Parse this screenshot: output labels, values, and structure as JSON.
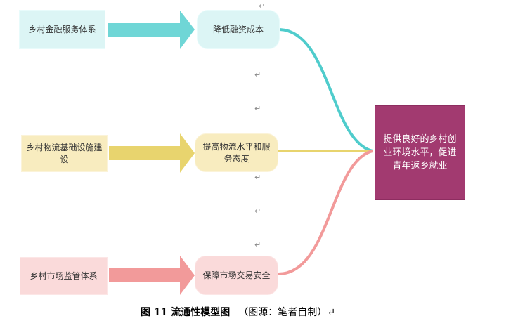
{
  "rows": [
    {
      "source": "乡村金融服务体系",
      "effect": "降低融资成本",
      "color": "#6fd6d6"
    },
    {
      "source": "乡村物流基础设施建设",
      "effect": "提高物流水平和服务态度",
      "color": "#e8d46e"
    },
    {
      "source": "乡村市场监管体系",
      "effect": "保障市场交易安全",
      "color": "#f29a9a"
    }
  ],
  "target": "提供良好的乡村创业环境水平，促进青年返乡就业",
  "return_mark": "↵",
  "caption": {
    "figure": "图 11  流通性模型图",
    "source": "（图源：笔者自制）↵"
  }
}
